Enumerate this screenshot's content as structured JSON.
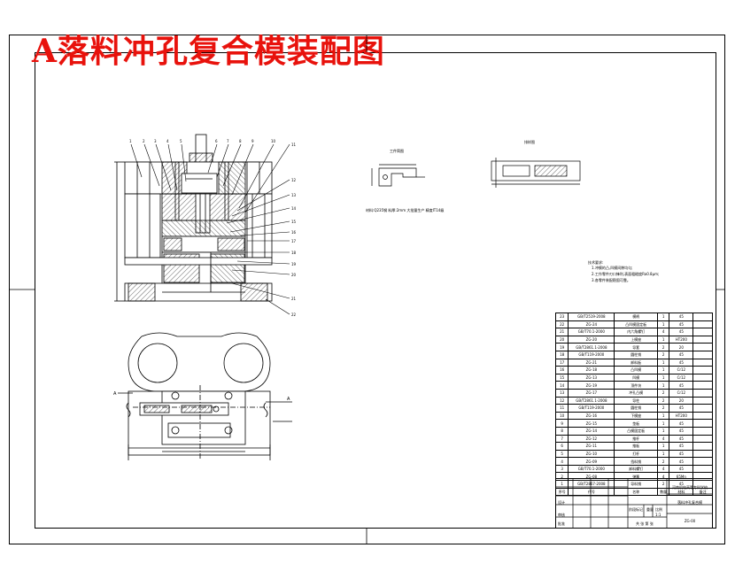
{
  "drawing": {
    "title": "A落料冲孔复合模装配图"
  },
  "sketches": {
    "workpiece_label": "工件简图",
    "strip_label": "排样图",
    "material_note": "材料:Q235钢   料厚:2mm   大批量生产   精度IT14级"
  },
  "technical_requirements": {
    "heading": "技术要求:",
    "items": [
      "1.冲模的凸,凹模间隙均匀;",
      "2.工作零件刃口锋利,表面粗糙度Ra0.8μm;",
      "3.各零件装配稳固可靠。"
    ]
  },
  "views": {
    "front_callouts_top": [
      "1",
      "2",
      "3",
      "4",
      "5",
      "6",
      "7",
      "8",
      "9",
      "10"
    ],
    "front_callouts_right": [
      "11",
      "12",
      "13",
      "14",
      "15",
      "16",
      "17",
      "18",
      "19",
      "20",
      "21",
      "22"
    ],
    "section_marks": [
      "A",
      "A"
    ]
  },
  "bom": {
    "rows": [
      [
        "23",
        "GB/T2519-2008",
        "模柄",
        "1",
        "45",
        ""
      ],
      [
        "22",
        "ZG-24",
        "凸凹模固定板",
        "1",
        "45",
        ""
      ],
      [
        "21",
        "GB/T70.1-2000",
        "内六角螺钉",
        "4",
        "45",
        ""
      ],
      [
        "20",
        "ZG-20",
        "上模座",
        "1",
        "HT200",
        ""
      ],
      [
        "19",
        "GB/T2861.1-2008",
        "导套",
        "2",
        "20",
        ""
      ],
      [
        "18",
        "GB/T119-2000",
        "圆柱销",
        "2",
        "45",
        ""
      ],
      [
        "17",
        "ZG-21",
        "卸料板",
        "1",
        "45",
        ""
      ],
      [
        "16",
        "ZG-18",
        "凸凹模",
        "1",
        "Cr12",
        ""
      ],
      [
        "15",
        "ZG-13",
        "凹模",
        "1",
        "Cr12",
        ""
      ],
      [
        "14",
        "ZG-19",
        "顶件块",
        "1",
        "45",
        ""
      ],
      [
        "13",
        "ZG-17",
        "冲孔凸模",
        "2",
        "Cr12",
        ""
      ],
      [
        "12",
        "GB/T2861.1-2008",
        "导柱",
        "2",
        "20",
        ""
      ],
      [
        "11",
        "GB/T119-2000",
        "圆柱销",
        "2",
        "45",
        ""
      ],
      [
        "10",
        "ZG-16",
        "下模座",
        "1",
        "HT200",
        ""
      ],
      [
        "9",
        "ZG-15",
        "垫板",
        "1",
        "45",
        ""
      ],
      [
        "8",
        "ZG-14",
        "凸模固定板",
        "1",
        "45",
        ""
      ],
      [
        "7",
        "ZG-12",
        "推杆",
        "4",
        "45",
        ""
      ],
      [
        "6",
        "ZG-11",
        "推板",
        "1",
        "45",
        ""
      ],
      [
        "5",
        "ZG-10",
        "打杆",
        "1",
        "45",
        ""
      ],
      [
        "4",
        "ZG-09",
        "挡料销",
        "2",
        "45",
        ""
      ],
      [
        "3",
        "GB/T70.1-2000",
        "卸料螺钉",
        "4",
        "45",
        ""
      ],
      [
        "2",
        "ZG-08",
        "弹簧",
        "4",
        "65Mn",
        ""
      ],
      [
        "1",
        "GB/T2867-2008",
        "导料销",
        "2",
        "45",
        ""
      ]
    ],
    "header": [
      "序号",
      "代号",
      "名称",
      "数量",
      "材料",
      "备注"
    ]
  },
  "title_block": {
    "school": "河南机电高等专科学校",
    "drawing_name": "落料冲孔复合模",
    "drawing_no": "ZG-00",
    "scale": "1:1",
    "designer": "设计",
    "checker": "审核",
    "approver": "批准",
    "sheet": "共 张  第 张",
    "stage": "阶段标记",
    "weight": "重量",
    "ratio": "比例"
  },
  "colors": {
    "title": "#e8120c",
    "line": "#000000",
    "hatch": "#000000"
  }
}
